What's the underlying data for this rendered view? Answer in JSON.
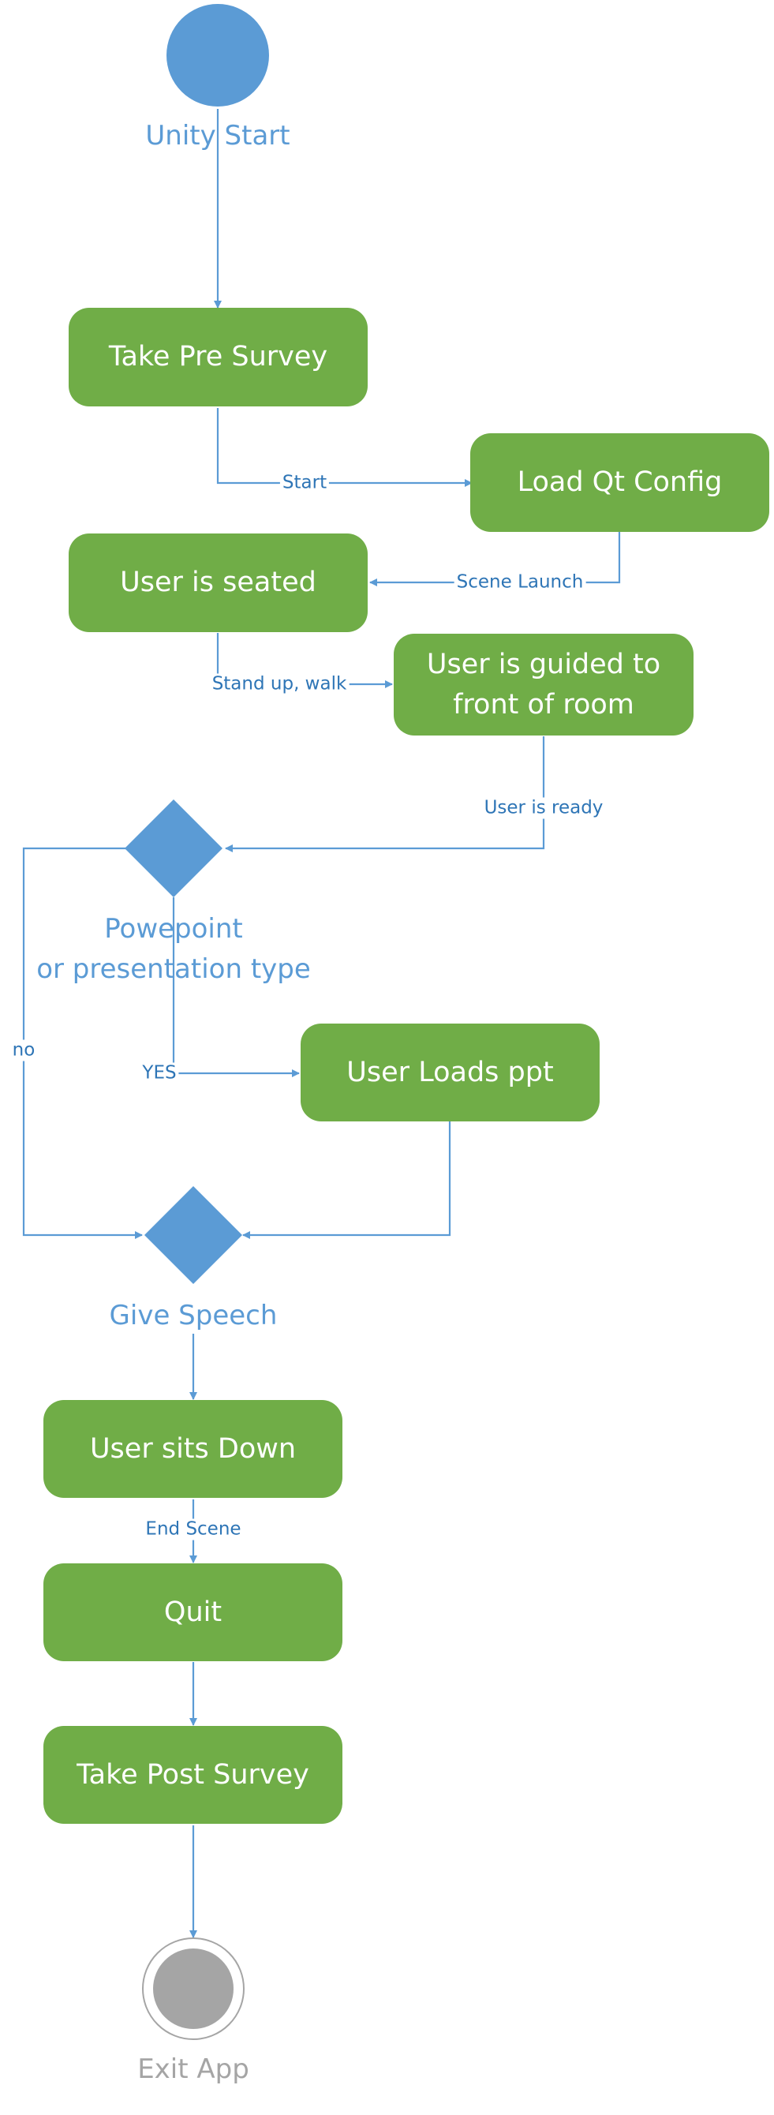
{
  "colors": {
    "action_fill": "#70ad47",
    "decision_fill": "#5b9bd5",
    "start_fill": "#5b9bd5",
    "end_fill": "#a5a5a5",
    "connector": "#5b9bd5",
    "node_label": "#5b9bd5",
    "edge_label": "#2e75b6",
    "end_label": "#a5a5a5"
  },
  "start": {
    "label": "Unity Start"
  },
  "actions": {
    "take_pre_survey": "Take Pre Survey",
    "load_qt_config": "Load Qt Config",
    "user_is_seated": "User is seated",
    "user_is_guided": "User is guided to\nfront of room",
    "user_loads_ppt": "User Loads ppt",
    "user_sits_down": "User sits Down",
    "quit": "Quit",
    "take_post_survey": "Take Post Survey"
  },
  "decisions": {
    "presentation_type": "Powepoint\nor presentation type",
    "give_speech": "Give Speech"
  },
  "end": {
    "label": "Exit App"
  },
  "edges": {
    "start": "Start",
    "scene_launch": "Scene Launch",
    "stand_up_walk": "Stand up, walk",
    "user_is_ready": "User is ready",
    "yes": "YES",
    "no": "no",
    "end_scene": "End Scene"
  }
}
